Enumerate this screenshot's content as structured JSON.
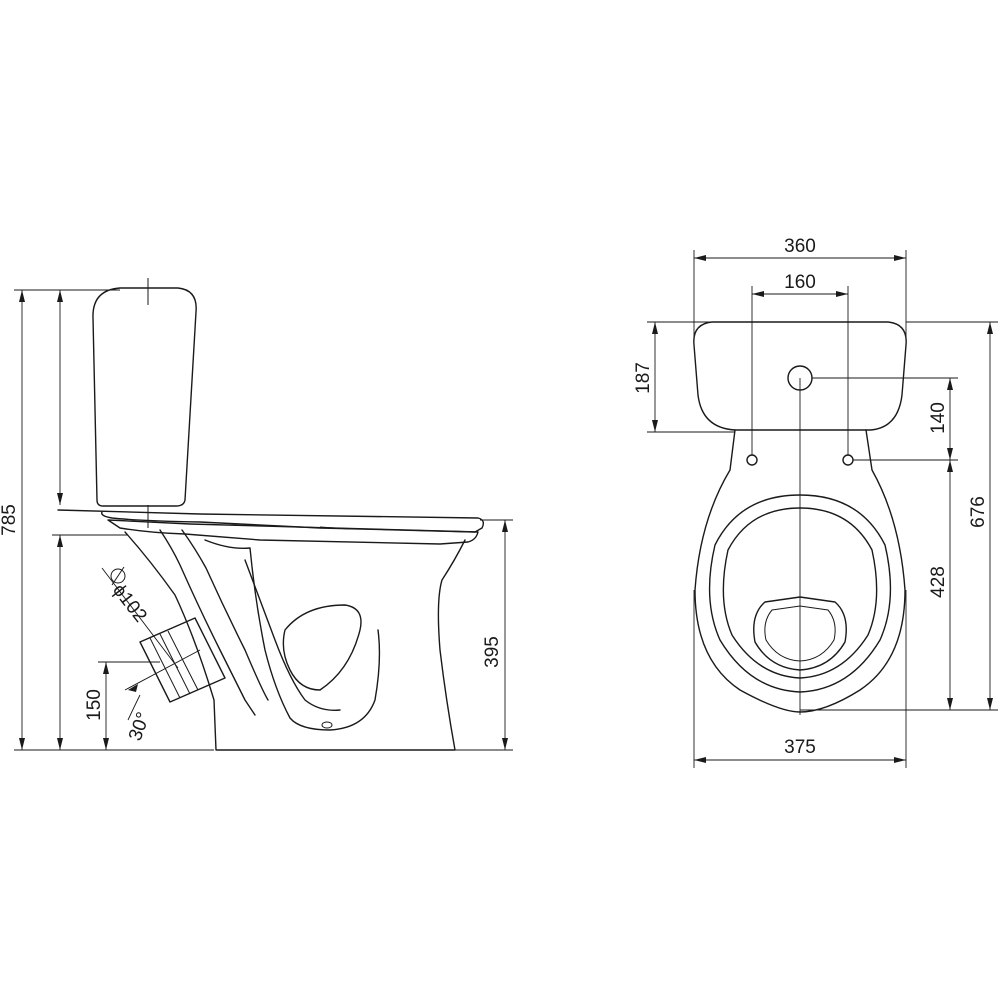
{
  "side_view": {
    "total_height": "785",
    "rim_height": "395",
    "outlet_height": "150",
    "outlet_diameter": "ϕ102",
    "outlet_angle": "30°"
  },
  "top_view": {
    "tank_width": "360",
    "bolt_spacing": "160",
    "tank_depth": "187",
    "button_to_bolts": "140",
    "bowl_length": "676",
    "bolts_to_bowl_front": "428",
    "bowl_width": "375"
  }
}
